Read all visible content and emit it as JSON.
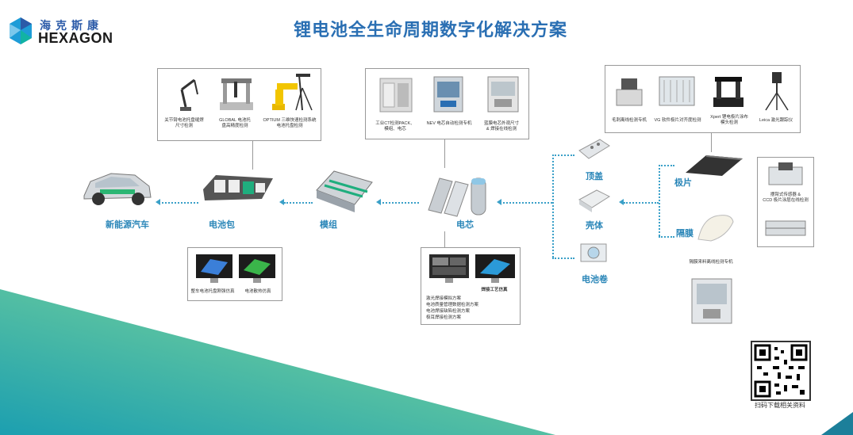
{
  "logo": {
    "cn": "海克斯康",
    "en": "HEXAGON"
  },
  "title": "锂电池全生命周期数字化解决方案",
  "stages": {
    "ev": "新能源汽车",
    "pack": "电池包",
    "module": "模组",
    "cell": "电芯",
    "cap": "顶盖",
    "shell": "壳体",
    "roll": "电池卷",
    "pole": "极片",
    "separator": "隔膜"
  },
  "pack_box": {
    "captions": [
      "关节臂电池托盘缝焊\n尺寸检测",
      "GLOBAL 电池托\n盘高精度检测",
      "OPTIUM 三维快速检测系统\n电池托盘检测"
    ]
  },
  "cell_box": {
    "captions": [
      "工业CT检测PACK、\n模组、电芯",
      "NEV 电芯自动检测专机",
      "蓝膜电芯外观尺寸\n& 焊接在线检测"
    ]
  },
  "pole_box": {
    "captions": [
      "毛刺离线检测专机",
      "VG 软件极片对齐度检测",
      "Xpert 锂电极片涂布\n模头检测",
      "Leica 激光跟踪仪"
    ]
  },
  "sim_box": {
    "captions": [
      "整车电池托盘刚强仿真",
      "电池散热仿真"
    ]
  },
  "weld_box": {
    "caption": "焊接工艺仿真",
    "bullets": [
      "激光焊接模拟方案",
      "电池质量管理数据检测方案",
      "电池焊接缺陷检测方案",
      "极耳焊接检测方案"
    ]
  },
  "ccd_box": {
    "caption": "摆臂式传感器 &\nCCD 极片涂层在线检测"
  },
  "sep_box": {
    "caption": "隔膜来料离线检测专机"
  },
  "qr_caption": "扫码下载相关资料",
  "colors": {
    "accent": "#2a86b8",
    "title": "#2a6fb3",
    "teal": "#1ab0a0",
    "blue": "#2b5aa8"
  }
}
